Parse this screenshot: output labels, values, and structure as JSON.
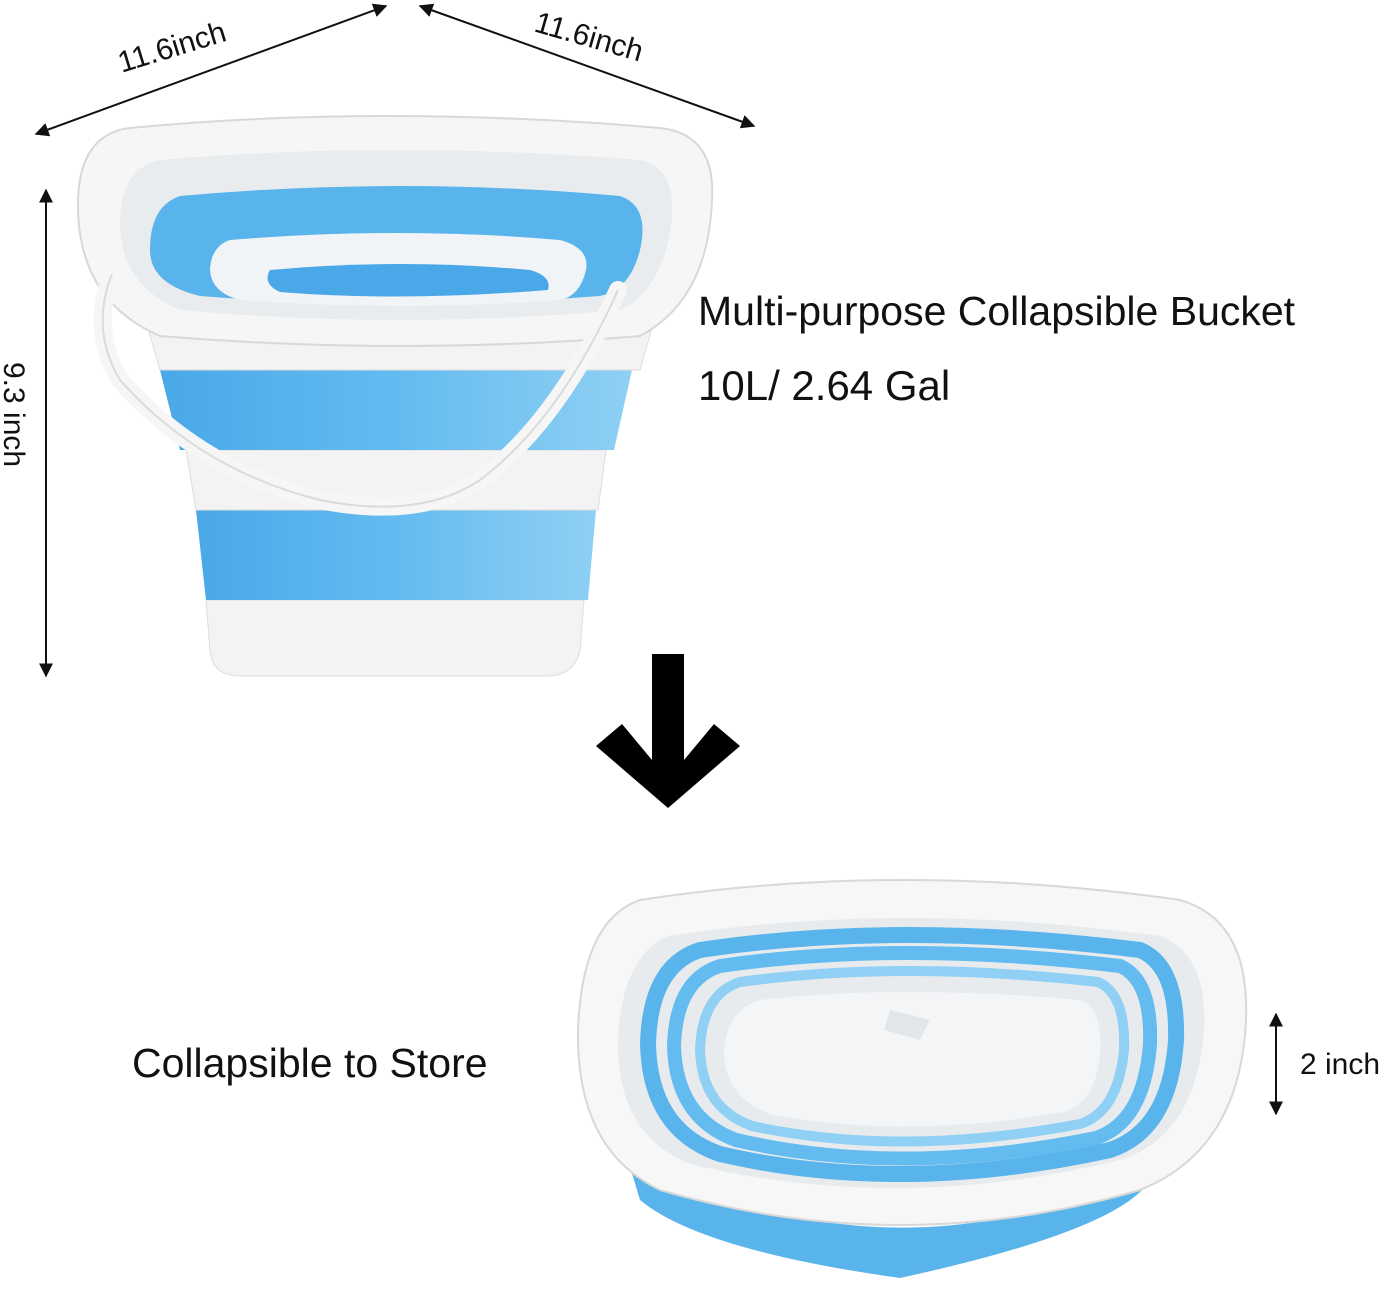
{
  "product": {
    "title": "Multi-purpose Collapsible Bucket",
    "capacity": "10L/ 2.64 Gal",
    "store_caption": "Collapsible to Store"
  },
  "dimensions": {
    "width_left": "11.6inch",
    "width_right": "11.6inch",
    "height": "9.3 inch",
    "collapsed_height": "2 inch"
  },
  "colors": {
    "bucket_blue": "#5ab4ec",
    "bucket_blue_light": "#8fd0f4",
    "rim_white": "#f4f5f4",
    "arrow": "#000000"
  },
  "icons": {
    "direction": "arrow-down-icon"
  }
}
